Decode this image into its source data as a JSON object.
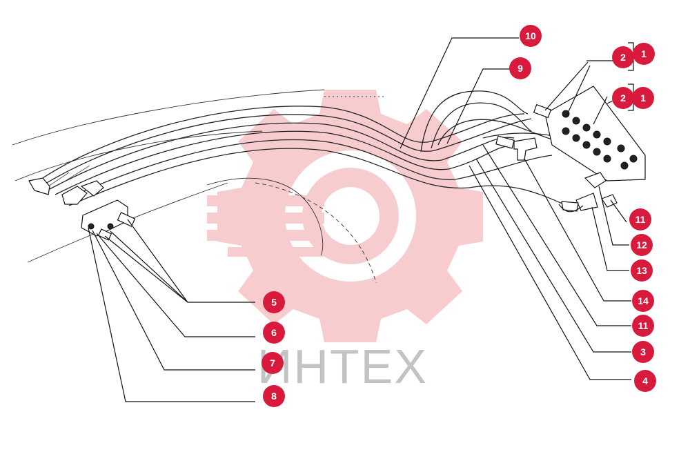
{
  "watermark": {
    "text": "ИНТЕХ",
    "gear_color": "#f2a3a8",
    "text_color": "#bdbdbd"
  },
  "callout_color": "#d81b3c",
  "callouts": [
    "10",
    "9",
    "2",
    "1",
    "2",
    "1",
    "11",
    "12",
    "13",
    "14",
    "11",
    "3",
    "4",
    "5",
    "6",
    "7",
    "8"
  ]
}
